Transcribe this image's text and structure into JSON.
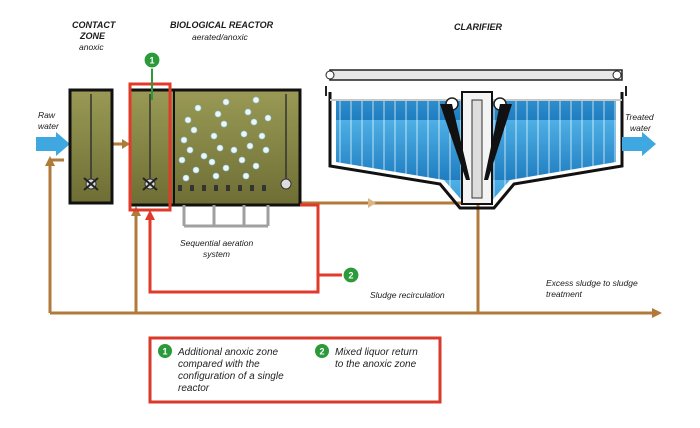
{
  "labels": {
    "contact_zone_line1": "CONTACT",
    "contact_zone_line2": "ZONE",
    "contact_zone_sub": "anoxic",
    "bio_reactor": "BIOLOGICAL REACTOR",
    "bio_reactor_sub": "aerated/anoxic",
    "clarifier": "CLARIFIER",
    "raw_water_1": "Raw",
    "raw_water_2": "water",
    "treated_water_1": "Treated",
    "treated_water_2": "water",
    "seq_aeration_1": "Sequential aeration",
    "seq_aeration_2": "system",
    "sludge_recirc": "Sludge recirculation",
    "excess_sludge_1": "Excess sludge to sludge",
    "excess_sludge_2": "treatment"
  },
  "badges": {
    "one": "1",
    "two": "2"
  },
  "legend": {
    "item1_line1": "Additional anoxic zone",
    "item1_line2": "compared with the",
    "item1_line3": "configuration of a single",
    "item1_line4": "reactor",
    "item2_line1": "Mixed liquor return",
    "item2_line2": "to the anoxic zone"
  },
  "colors": {
    "sludge_line": "#b07a3a",
    "water": "#3fa8e0",
    "highlight_red": "#e03a2a",
    "badge_green": "#2a9a3a",
    "tank_liquid": "#8a8a4a",
    "aeration_grey": "#999999"
  }
}
